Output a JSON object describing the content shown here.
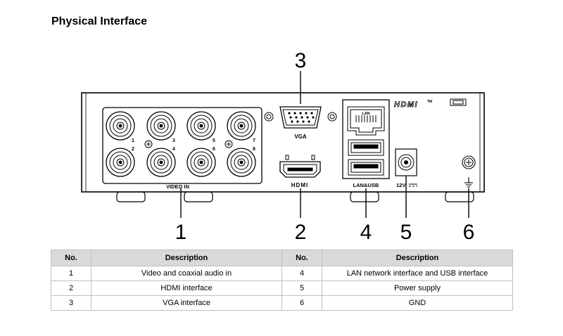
{
  "title": "Physical Interface",
  "panel": {
    "callouts": [
      "1",
      "2",
      "3",
      "4",
      "5",
      "6"
    ],
    "bnc_numbers": [
      "1",
      "2",
      "3",
      "4",
      "5",
      "6",
      "7",
      "8"
    ],
    "labels": {
      "vga": "VGA",
      "video_in": "VIDEO IN",
      "hdmi_port": "HDMI",
      "hdmi_logo": "HDMI",
      "hdmi_tm": "TM",
      "lan_usb": "LAN&USB",
      "power": "12V",
      "lan_jack": "LAN"
    }
  },
  "table": {
    "headers": [
      "No.",
      "Description",
      "No.",
      "Description"
    ],
    "rows": [
      {
        "no_left": "1",
        "desc_left": "Video and coaxial audio in",
        "no_right": "4",
        "desc_right": "LAN network interface and USB interface"
      },
      {
        "no_left": "2",
        "desc_left": "HDMI interface",
        "no_right": "5",
        "desc_right": "Power supply"
      },
      {
        "no_left": "3",
        "desc_left": "VGA interface",
        "no_right": "6",
        "desc_right": "GND"
      }
    ]
  }
}
